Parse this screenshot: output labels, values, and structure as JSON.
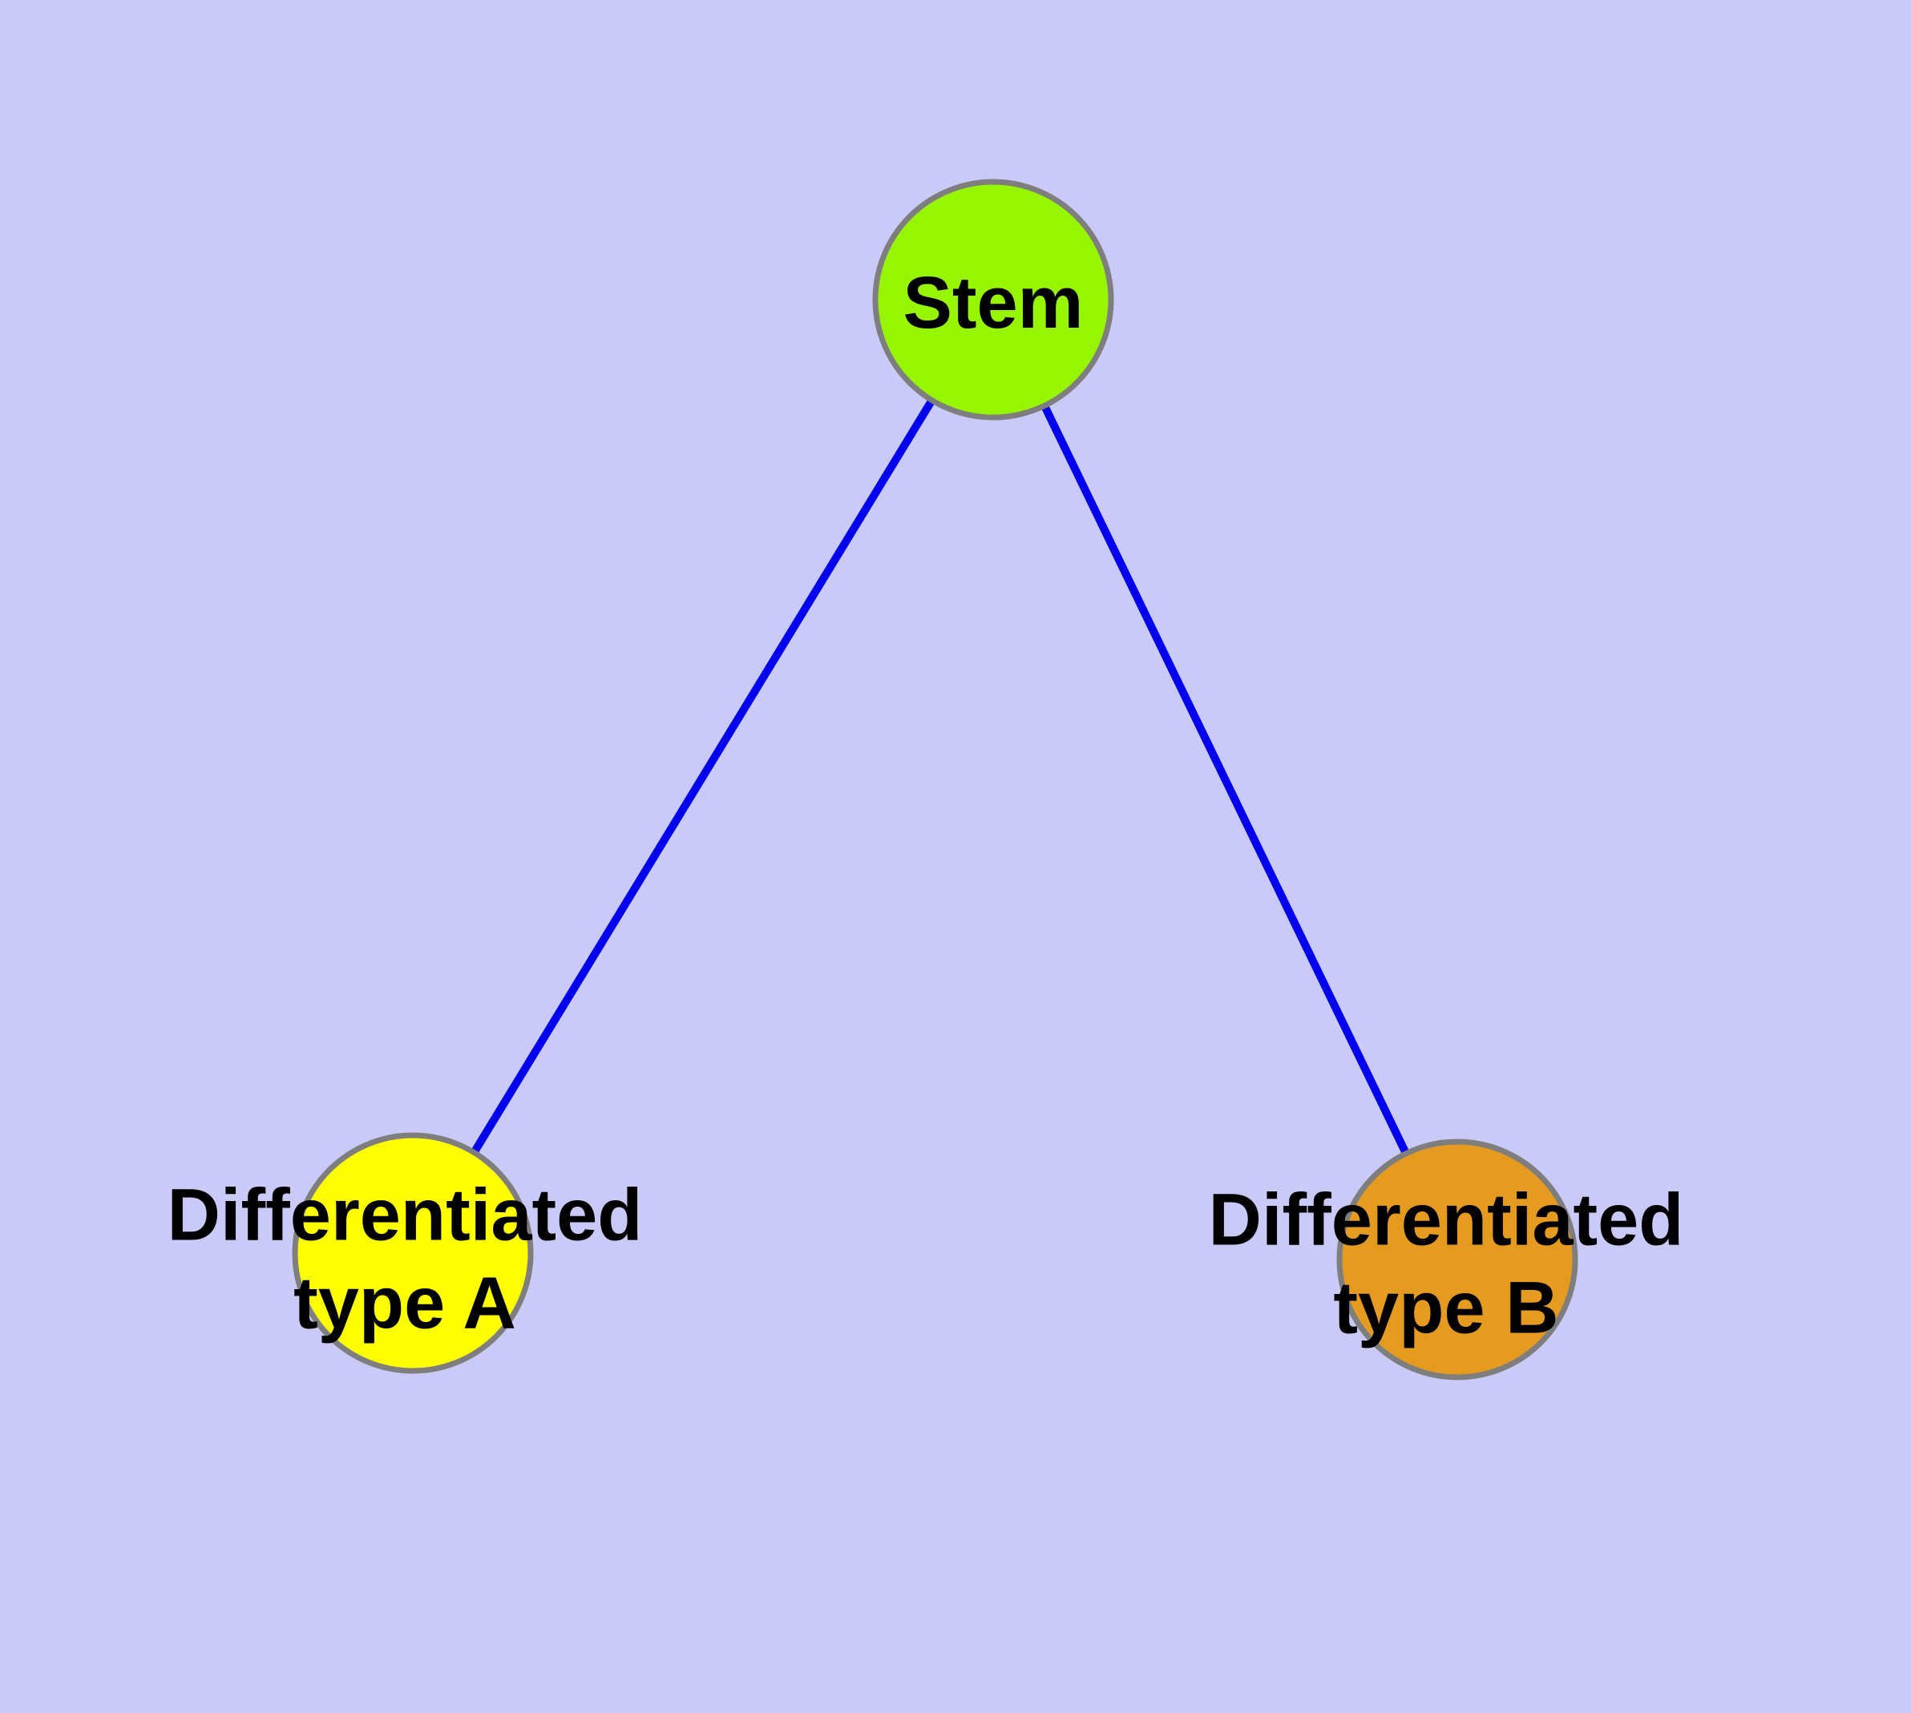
{
  "diagram": {
    "type": "node-link-graph",
    "background_color": "#CACAF8",
    "edge_color": "#0000EE",
    "node_border_color": "#7E7E7E",
    "label_color": "#000000",
    "nodes": [
      {
        "id": "stem",
        "label": "Stem",
        "fill": "#97F500"
      },
      {
        "id": "type-a",
        "label": "Differentiated\ntype A",
        "fill": "#FFFF00"
      },
      {
        "id": "type-b",
        "label": "Differentiated\ntype B",
        "fill": "#E59B1F"
      }
    ],
    "edges": [
      {
        "from": "Stem",
        "to": "Differentiated type A"
      },
      {
        "from": "Stem",
        "to": "Differentiated type B"
      }
    ]
  }
}
